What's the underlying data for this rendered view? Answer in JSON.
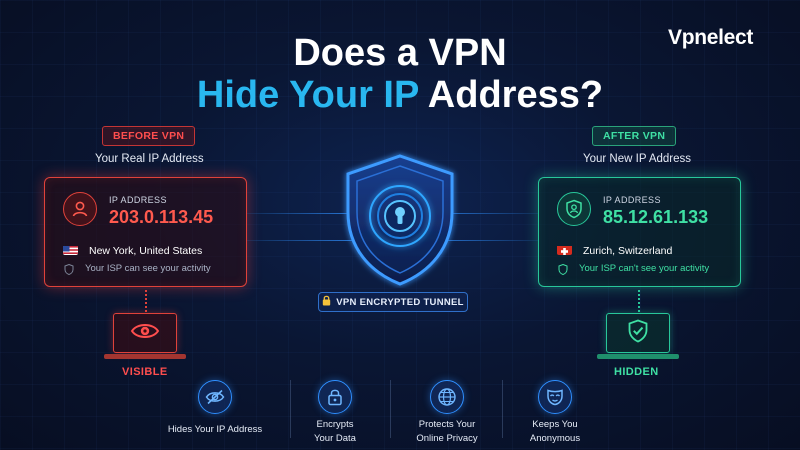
{
  "brand": {
    "logo_text": "Vpnelect"
  },
  "title": {
    "line1": "Does a VPN",
    "line2_highlight": "Hide Your IP",
    "line2_rest": "Address?"
  },
  "before": {
    "badge": "BEFORE VPN",
    "subtitle": "Your Real IP Address",
    "ip_label": "IP ADDRESS",
    "ip": "203.0.113.45",
    "location": "New York, United States",
    "isp_note": "Your ISP can see your activity",
    "state": "VISIBLE",
    "icons": {
      "avatar": "user-icon",
      "flag": "us-flag-icon",
      "monitor": "eye-icon"
    }
  },
  "after": {
    "badge": "AFTER VPN",
    "subtitle": "Your New IP Address",
    "ip_label": "IP ADDRESS",
    "ip": "85.12.61.133",
    "location": "Zurich, Switzerland",
    "isp_note": "Your ISP can't see your activity",
    "state": "HIDDEN",
    "icons": {
      "avatar": "shield-user-icon",
      "flag": "swiss-flag-icon",
      "monitor": "shield-check-icon"
    }
  },
  "tunnel": {
    "label": "VPN ENCRYPTED TUNNEL",
    "icon": "lock-icon"
  },
  "features": [
    {
      "icon": "eye-slash-icon",
      "line1": "Hides Your IP Address",
      "line2": ""
    },
    {
      "icon": "lock-icon",
      "line1": "Encrypts",
      "line2": "Your Data"
    },
    {
      "icon": "globe-icon",
      "line1": "Protects Your",
      "line2": "Online Privacy"
    },
    {
      "icon": "mask-icon",
      "line1": "Keeps You",
      "line2": "Anonymous"
    }
  ],
  "colors": {
    "background": "#0a1633",
    "accent_blue": "#29b7f0",
    "before_red": "#e0423a",
    "after_green": "#28c79a"
  }
}
